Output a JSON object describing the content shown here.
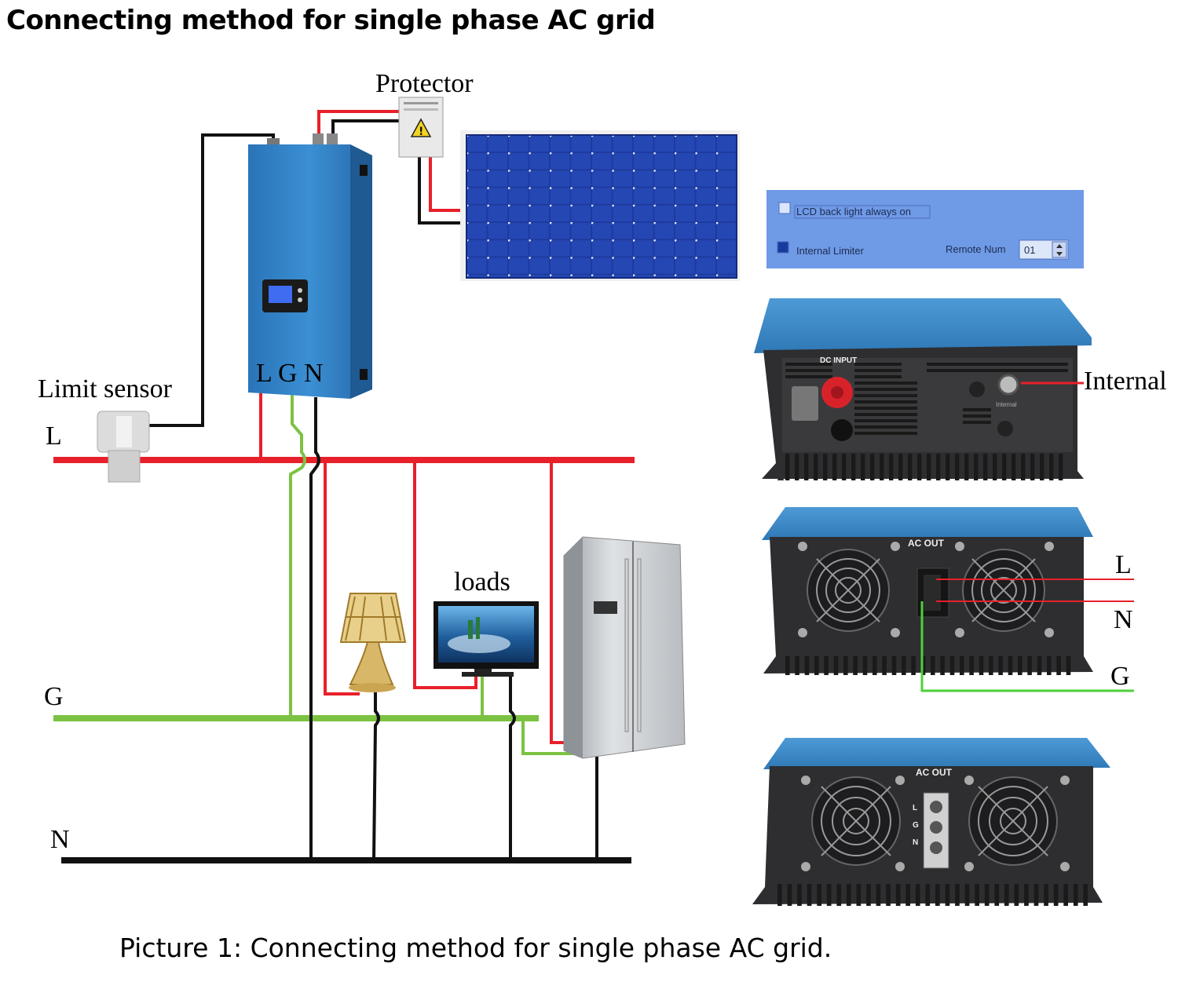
{
  "header": {
    "title": "Connecting method for single phase AC grid"
  },
  "caption": "Picture 1:  Connecting method for single phase AC grid.",
  "labels": {
    "protector": "Protector",
    "limit_sensor": "Limit sensor",
    "inverter_terminals": "L G N",
    "bus_l": "L",
    "bus_g": "G",
    "bus_n": "N",
    "loads": "loads",
    "internal": "Internal",
    "ac_l": "L",
    "ac_n": "N",
    "ac_g": "G"
  },
  "settings_panel": {
    "lcd_backlight": "LCD back light always on",
    "internal_limiter": "Internal Limiter",
    "remote_num_label": "Remote Num",
    "remote_num_value": "01",
    "lcd_backlight_checked": false,
    "internal_limiter_checked": true
  },
  "device_labels": {
    "dc_input": "DC INPUT",
    "internal_port": "Internal",
    "ac_out_top": "AC OUT",
    "ac_out_bottom": "AC OUT",
    "terminal_l": "L",
    "terminal_g": "G",
    "terminal_n": "N"
  },
  "colors": {
    "live": "#e8202a",
    "ground": "#7cc242",
    "neutral": "#111111",
    "inverter_blue": "#2e7fc1",
    "panel_blue": "#1f3c96",
    "settings_bg": "#6f9ae6"
  },
  "icons": [
    "warning-icon",
    "lamp-icon",
    "tv-icon",
    "fridge-icon",
    "fan-icon",
    "ct-clamp-icon",
    "solar-panel-icon"
  ]
}
